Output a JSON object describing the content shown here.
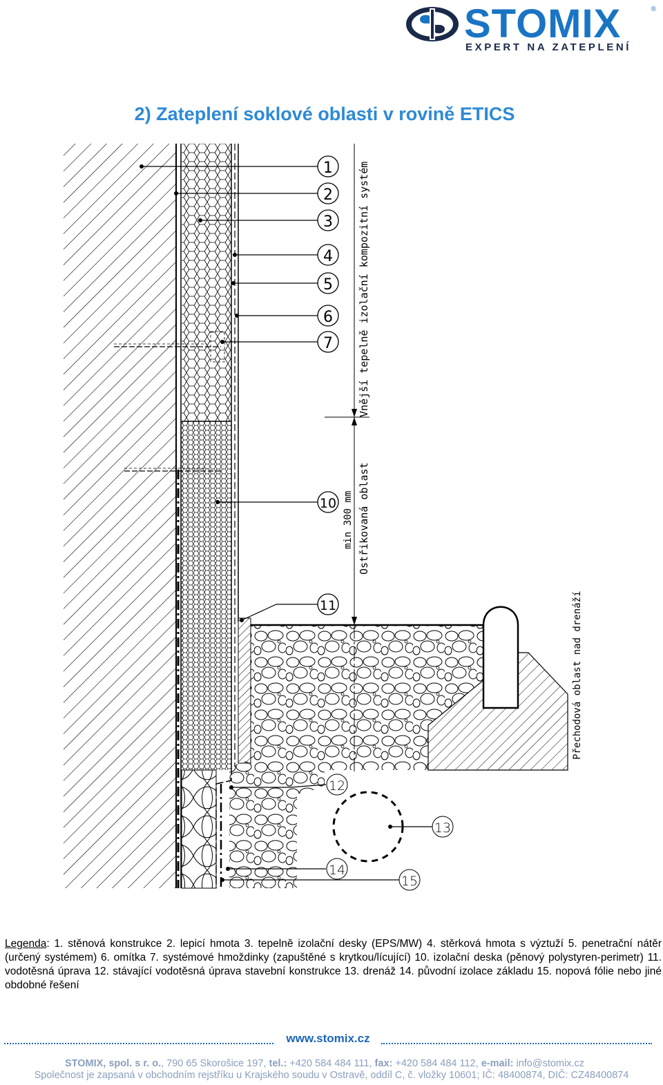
{
  "brand": {
    "name": "STOMIX",
    "registered": "®",
    "tagline": "EXPERT NA ZATEPLENÍ",
    "color": "#1a74c4"
  },
  "title": "2) Zateplení soklové oblasti v rovině ETICS",
  "diagram": {
    "callouts": [
      "1",
      "2",
      "3",
      "4",
      "5",
      "6",
      "7",
      "10",
      "11",
      "12",
      "13",
      "14",
      "15"
    ],
    "labels": {
      "etics": "Vnější tepelně izolační kompozitní systém",
      "splash": "Ostřikovaná oblast",
      "min300": "min 300 mm",
      "transition": "Přechodová oblast nad drenáží"
    }
  },
  "legend": {
    "label": "Legenda",
    "text": ": 1. stěnová konstrukce 2. lepicí hmota 3. tepelně izolační desky (EPS/MW) 4. stěrková hmota s výztuží 5. penetrační nátěr (určený systémem) 6. omítka 7. systémové hmoždinky (zapuštěné s krytkou/lícující) 10. izolační deska (pěnový polystyren-perimetr) 11. vodotěsná úprava 12. stávající vodotěsná úprava stavební konstrukce 13. drenáž 14. původní izolace základu 15. nopová fólie nebo jiné obdobné řešení"
  },
  "footer": {
    "website": "www.stomix.cz",
    "company": "STOMIX, spol. s r. o.",
    "address": ", 790 65  Skorošice 197, ",
    "tel_label": "tel.:",
    "tel": " +420 584 484 111, ",
    "fax_label": "fax:",
    "fax": " +420 584 484 112, ",
    "email_label": "e-mail:",
    "email": " info@stomix.cz",
    "registry": "Společnost je zapsaná v obchodním rejstříku u Krajského soudu v Ostravě, oddíl C, č. vložky 10601; IČ: 48400874, DIČ: CZ48400874"
  }
}
